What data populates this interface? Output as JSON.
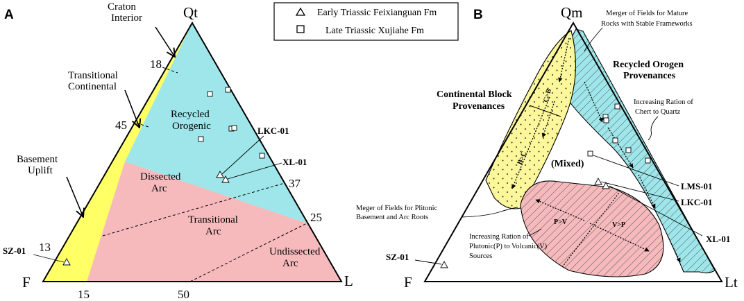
{
  "legend": {
    "items": [
      {
        "symbol": "triangle",
        "label": "Early Triassic Feixianguan Fm"
      },
      {
        "symbol": "square",
        "label": "Late Triassic Xujiahe Fm"
      }
    ]
  },
  "panel_a": {
    "letter": "A",
    "apices": {
      "top": "Qt",
      "left": "F",
      "right": "L"
    },
    "fields": {
      "recycled": [
        "Recycled",
        "Orogenic"
      ],
      "dissected": [
        "Dissected",
        "Arc"
      ],
      "transitional": [
        "Transitional",
        "Arc"
      ],
      "undissected": [
        "Undissected",
        "Arc"
      ]
    },
    "callouts": {
      "craton": [
        "Craton",
        "Interior"
      ],
      "transitional_cont": [
        "Transitional",
        "Continental"
      ],
      "basement": [
        "Basement",
        "Uplift"
      ]
    },
    "ticks": {
      "t18": "18",
      "t45": "45",
      "t13": "13",
      "t37": "37",
      "t25": "25",
      "t15": "15",
      "t50": "50"
    },
    "samples": {
      "lkc": "LKC-01",
      "xl": "XL-01",
      "sz": "SZ-01"
    }
  },
  "panel_b": {
    "letter": "B",
    "apices": {
      "top": "Qm",
      "left": "F",
      "right": "Lt"
    },
    "heads": {
      "continental": [
        "Continental Block",
        "Provenances"
      ],
      "recycled": [
        "Recycled Orogen",
        "Provenances"
      ],
      "mixed": "(Mixed)"
    },
    "notes": {
      "merger_mature": [
        "Merger of Fields for Mature",
        "Rocks with Stable Frameworks"
      ],
      "chert": [
        "Increasing Ration of",
        "Chert to Quartz"
      ],
      "plutonic_merge": [
        "Meger of Fields for Plitonic",
        "Basement and Arc Roots"
      ],
      "plutonic_volcanic": [
        "Increasing Ration of",
        "Plutonic(P) to Volcanic(V)",
        "Sources"
      ]
    },
    "arrows": {
      "c_b": "C>B",
      "b_c": "B>C",
      "p_v": "P>V",
      "v_p": "V>P"
    },
    "samples": {
      "lms": "LMS-01",
      "lkc": "LKC-01",
      "xl": "XL-01",
      "sz": "SZ-01"
    }
  },
  "colors": {
    "yellow": "#ffff66",
    "cyan": "#9ee6ea",
    "pink": "#f6babd",
    "pale_yellow": "#fbf79a"
  }
}
